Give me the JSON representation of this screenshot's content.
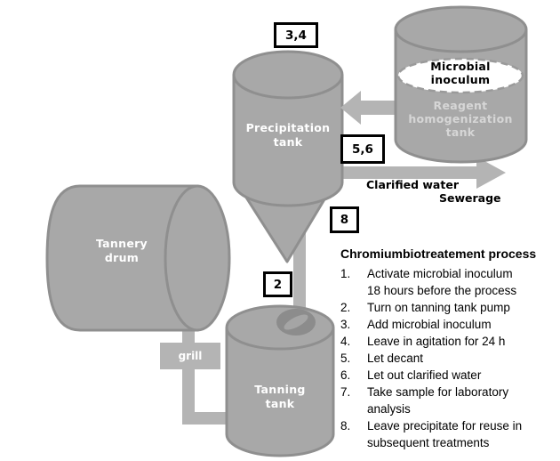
{
  "process": {
    "title": "Chromiumbiotreatement process",
    "steps": [
      {
        "num": "1.",
        "text": "Activate microbial inoculum\n18 hours before the process"
      },
      {
        "num": "2.",
        "text": "Turn on tanning tank pump"
      },
      {
        "num": "3.",
        "text": "Add microbial inoculum"
      },
      {
        "num": "4.",
        "text": "Leave in agitation for 24 h"
      },
      {
        "num": "5.",
        "text": "Let decant"
      },
      {
        "num": "6.",
        "text": "Let out clarified water"
      },
      {
        "num": "7.",
        "text": "Take sample for laboratory\nanalysis"
      },
      {
        "num": "8.",
        "text": "Leave precipitate for reuse in\nsubsequent treatments"
      }
    ]
  },
  "tanks": {
    "tannery_drum": "Tannery\ndrum",
    "precipitation": "Precipitation\ntank",
    "tanning": "Tanning\ntank",
    "reagent": "Reagent\nhomogenization\ntank",
    "microbial_inoculum": "Microbial\ninoculum",
    "grill": "grill"
  },
  "flow_labels": {
    "clarified_water": "Clarified water",
    "sewerage": "Sewerage"
  },
  "step_boxes": {
    "box_3_4": "3,4",
    "box_5_6": "5,6",
    "box_8": "8",
    "box_2": "2"
  },
  "colors": {
    "tank_fill": "#a8a8a8",
    "tank_stroke": "#8f8f8f",
    "pipe_fill": "#b4b4b4",
    "pump_fill": "#8c8c8c",
    "pump_slash": "#a5a5a5",
    "inoculum_fill": "#ffffff",
    "inoculum_dash": "#9a9a9a",
    "label_box_border": "#000000",
    "text_on_tank": "#ffffff",
    "text_reagent": "#d6d6d6",
    "text_dark": "#000000"
  }
}
